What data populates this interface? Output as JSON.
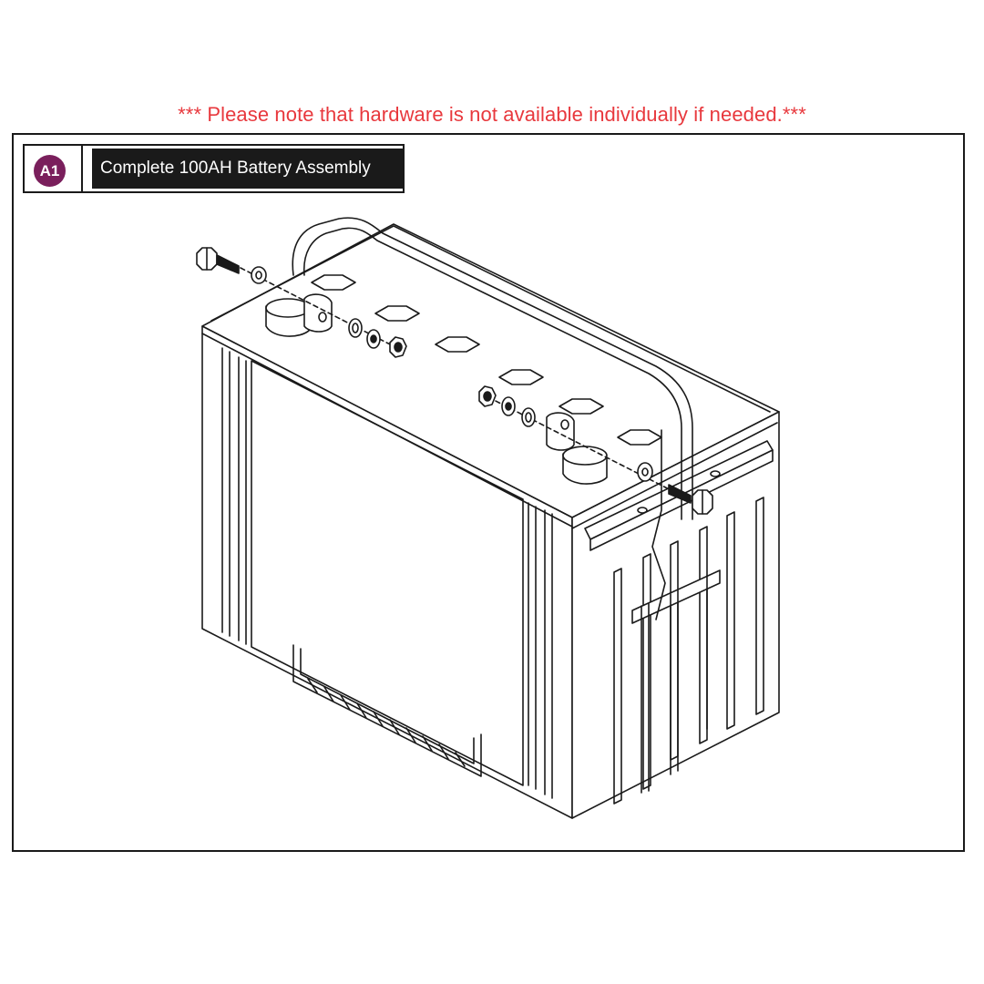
{
  "notice": "*** Please note that hardware is not available individually if needed.***",
  "callout": {
    "badge": "A1",
    "label": "Complete 100AH Battery Assembly"
  },
  "colors": {
    "notice": "#e8383d",
    "badge": "#7a1f5c",
    "ink": "#1a1a1a"
  }
}
